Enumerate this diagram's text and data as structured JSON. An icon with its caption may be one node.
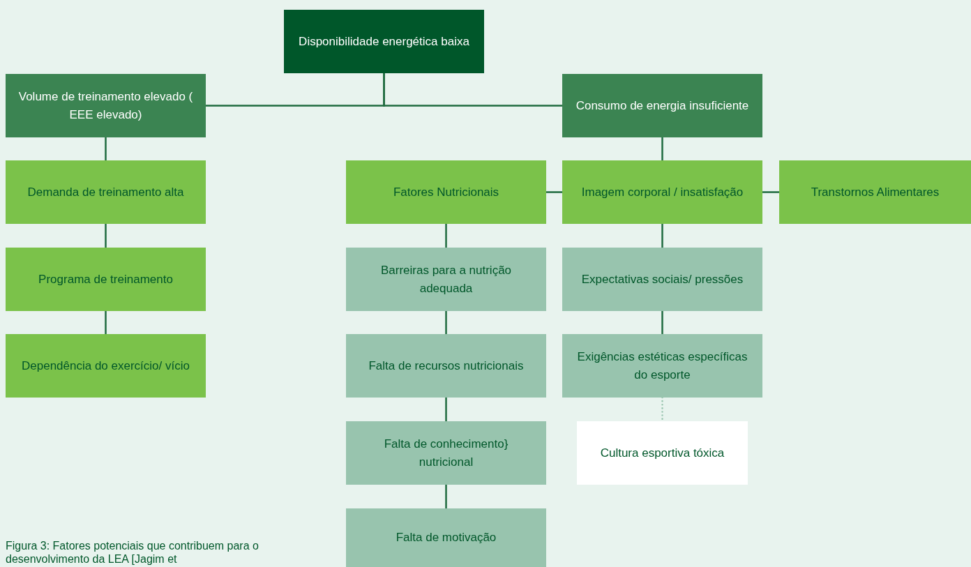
{
  "diagram": {
    "caption": "Figura 3: Fatores potenciais que contribuem para o desenvolvimento da LEA [Jagim et",
    "nodes": [
      {
        "text": [
          "Disponibilidade energética baixa"
        ]
      },
      {
        "text": [
          "Volume de treinamento elevado ( EEE elevado)"
        ]
      },
      {
        "text": [
          "Consumo de energia insuficiente"
        ]
      },
      {
        "text": [
          "Demanda de treinamento alta"
        ]
      },
      {
        "text": [
          "Fatores Nutricionais"
        ]
      },
      {
        "text": [
          "Imagem corporal / insatisfação"
        ]
      },
      {
        "text": [
          "Transtornos Alimentares"
        ]
      },
      {
        "text": [
          "Programa de treinamento"
        ]
      },
      {
        "text": [
          "Barreiras para a nutrição adequada"
        ]
      },
      {
        "text": [
          "Expectativas sociais/ pressões"
        ]
      },
      {
        "text": [
          "Dependência do exercício/ vício"
        ]
      },
      {
        "text": [
          "Falta de recursos nutricionais"
        ]
      },
      {
        "text": [
          "Exigências estéticas específicas do esporte"
        ]
      },
      {
        "text": [
          "Falta de conhecimento} nutricional"
        ]
      },
      {
        "text": [
          "Cultura esportiva tóxica"
        ]
      },
      {
        "text": [
          "Falta de motivação"
        ]
      }
    ],
    "edges": [
      {
        "from": 0,
        "to": 1,
        "arrow": "none"
      },
      {
        "from": 0,
        "to": 2,
        "arrow": "none"
      },
      {
        "from": 1,
        "to": 3,
        "arrow": "none"
      },
      {
        "from": 3,
        "to": 7,
        "arrow": "none"
      },
      {
        "from": 7,
        "to": 10,
        "arrow": "none"
      },
      {
        "from": 2,
        "to": 5,
        "arrow": "none"
      },
      {
        "from": 5,
        "to": 4,
        "arrow": "none"
      },
      {
        "from": 5,
        "to": 6,
        "arrow": "none"
      },
      {
        "from": 4,
        "to": 8,
        "arrow": "none"
      },
      {
        "from": 8,
        "to": 11,
        "arrow": "none"
      },
      {
        "from": 11,
        "to": 13,
        "arrow": "none"
      },
      {
        "from": 13,
        "to": 15,
        "arrow": "none"
      },
      {
        "from": 5,
        "to": 9,
        "arrow": "none"
      },
      {
        "from": 9,
        "to": 12,
        "arrow": "none"
      },
      {
        "from": 12,
        "to": 14,
        "arrow": "none",
        "style": "dashed",
        "color": "#98c4ae"
      }
    ]
  }
}
